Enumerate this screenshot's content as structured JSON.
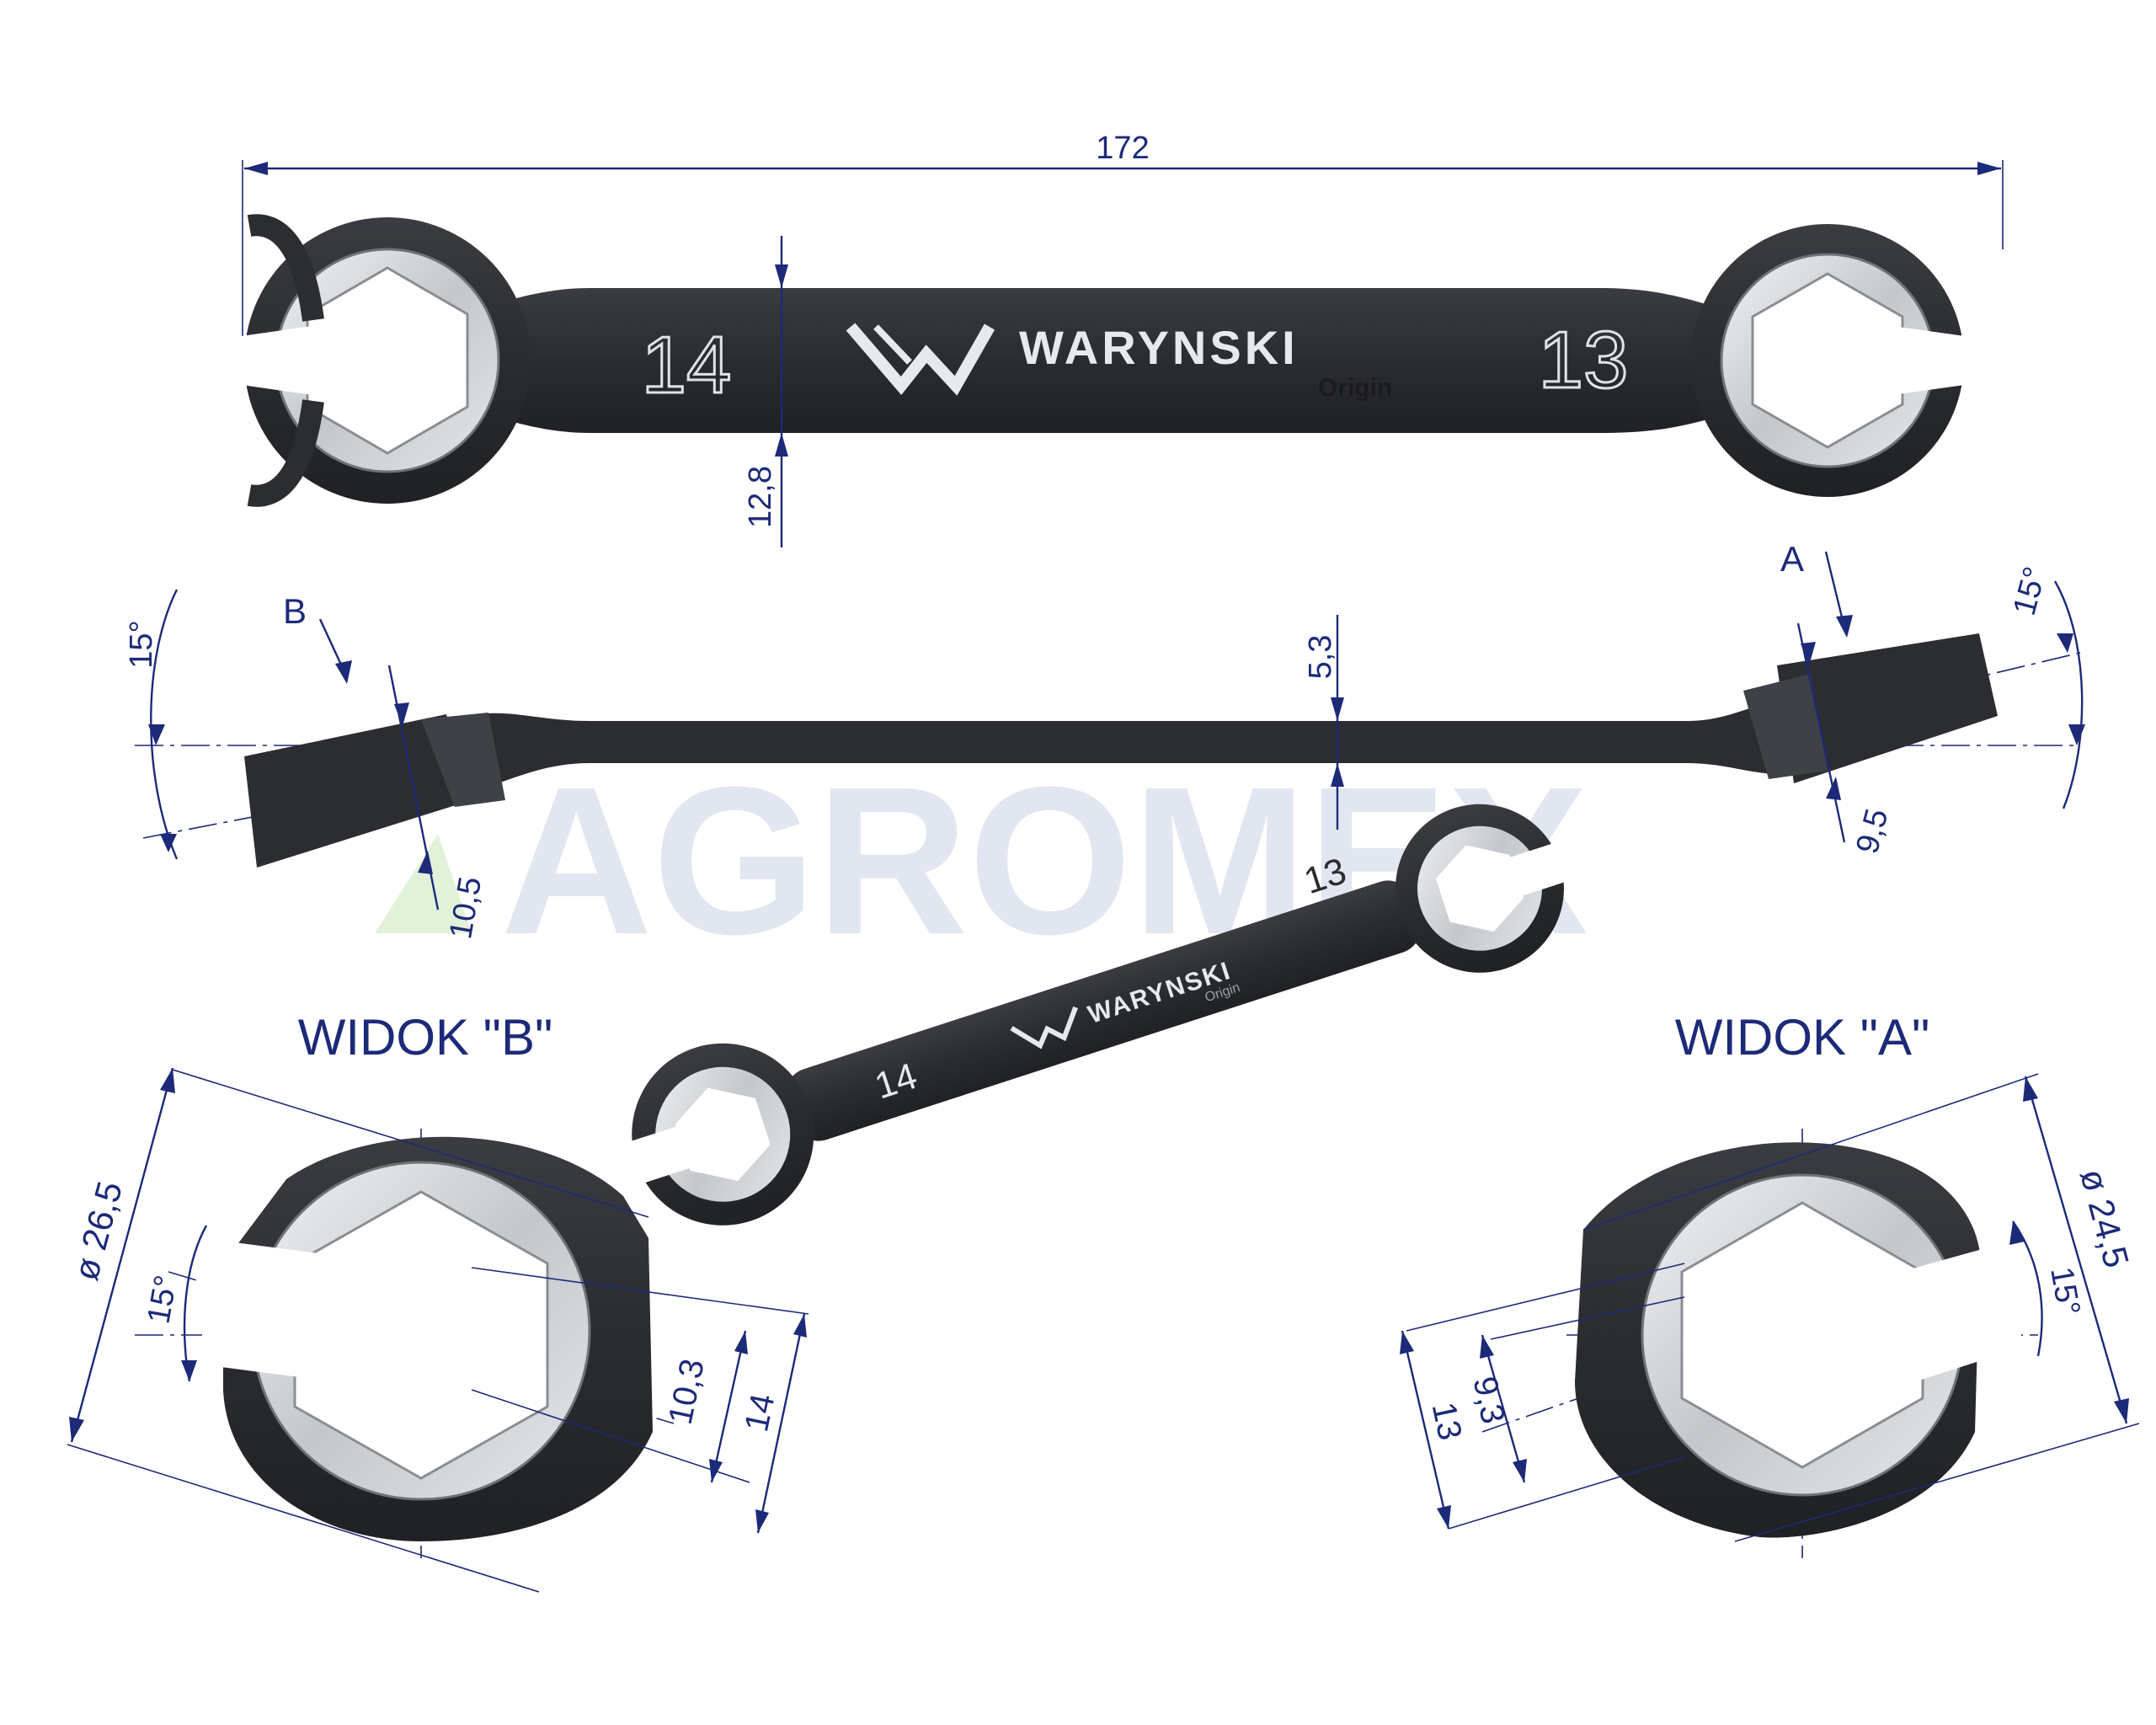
{
  "watermark": {
    "text": "AGROMEX",
    "color": "#c9d2e4"
  },
  "colors": {
    "dimension": "#1c2a78",
    "steel": "#2b2d31",
    "chrome": "#d7d9dc"
  },
  "top_view": {
    "size_left": "14",
    "size_right": "13",
    "brand": "WARYNSKI",
    "brand_sub": "Origin",
    "dim_length": "172",
    "dim_thickness": "12,8"
  },
  "side_view": {
    "label_b": "B",
    "label_a": "A",
    "angle_left": "15°",
    "angle_right": "15°",
    "dim_shaft": "5,3",
    "dim_left_head": "10,5",
    "dim_right_head": "9,5"
  },
  "photo": {
    "size_left": "14",
    "size_right": "13",
    "brand": "WARYNSKI",
    "brand_sub": "Origin"
  },
  "view_b": {
    "title": "WIDOK \"B\"",
    "dia": "ø 26,5",
    "angle": "15°",
    "dim_inner": "10,3",
    "dim_outer": "14"
  },
  "view_a": {
    "title": "WIDOK \"A\"",
    "dia": "ø 24,5",
    "angle": "15°",
    "dim_inner": "9,3",
    "dim_outer": "13"
  }
}
